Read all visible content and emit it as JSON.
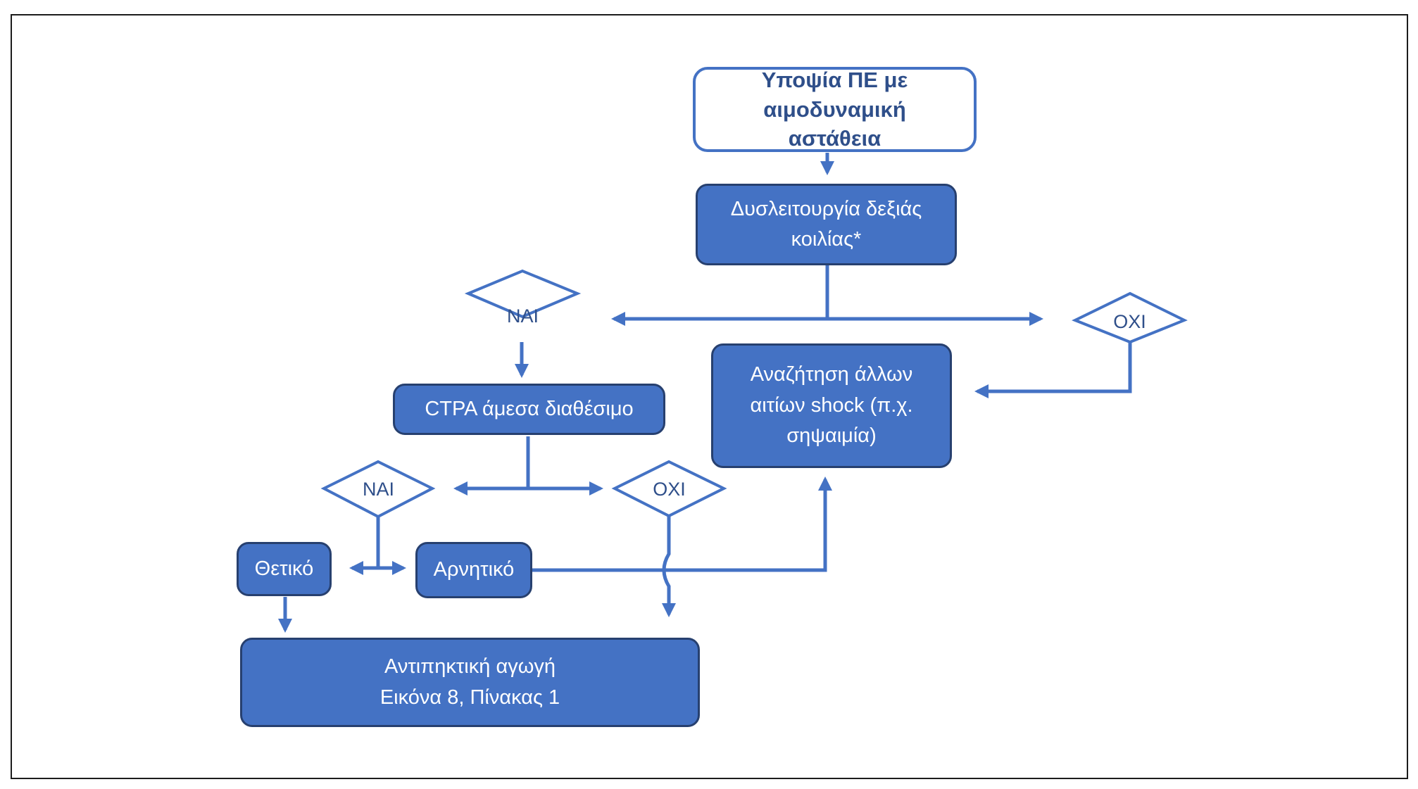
{
  "nodes": {
    "start": "Υποψία ΠΕ με\nαιμοδυναμική\nαστάθεια",
    "rv_dysfunction": "Δυσλειτουργία δεξιάς\nκοιλίας*",
    "other_causes": "Αναζήτηση άλλων\nαιτίων shock (π.χ.\nσηψαιμία)",
    "ctpa": "CTPA άμεσα διαθέσιμο",
    "positive": "Θετικό",
    "negative": "Αρνητικό",
    "anticoagulation": "Αντιπηκτική αγωγή\nΕικόνα 8, Πίνακας 1"
  },
  "decisions": {
    "rv_yes": "ΝΑΙ",
    "rv_no": "ΟΧΙ",
    "ctpa_yes": "ΝΑΙ",
    "ctpa_no": "ΟΧΙ"
  },
  "colors": {
    "fill": "#4472c4",
    "fill_border": "#27406f",
    "line": "#4472c4",
    "label_text": "#2f4f8a",
    "node_text": "#ffffff",
    "frame": "#1c1c1c"
  }
}
